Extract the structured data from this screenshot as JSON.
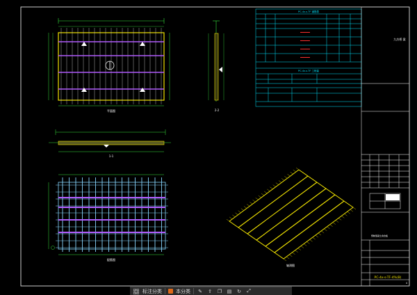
{
  "drawing": {
    "title_code": "PC-4x-s-TF-4%(B)",
    "plan_top_label": "平面图",
    "plan_bottom_label": "配筋图",
    "axo_label": "轴测图",
    "section_label": "1-1",
    "section_small_label": "2-2",
    "table_title": "PC-4x-s-TF 钢筋表",
    "table_title2": "PC-4x-s-TF 工程量",
    "title_block_name": "九方桥\n梁",
    "title_block_sub": "预制混凝土叠合板",
    "title_block_page": "4"
  },
  "colors": {
    "background": "#000000",
    "frame": "#ffffff",
    "table": "#00e5ff",
    "slab": "#f2e400",
    "rebar": "#b25cff",
    "dim": "#37e63c",
    "mesh": "#88d6ff",
    "red": "#ff3030",
    "status_accent": "#e06a1a"
  },
  "statusbar": {
    "btn1_icon": "grid-icon",
    "btn1_label": "标注分类",
    "btn2_label": "本分类",
    "tools": [
      "edit-icon",
      "share-icon",
      "copy-icon",
      "layers-icon",
      "rotate-icon",
      "fullscreen-icon"
    ]
  }
}
